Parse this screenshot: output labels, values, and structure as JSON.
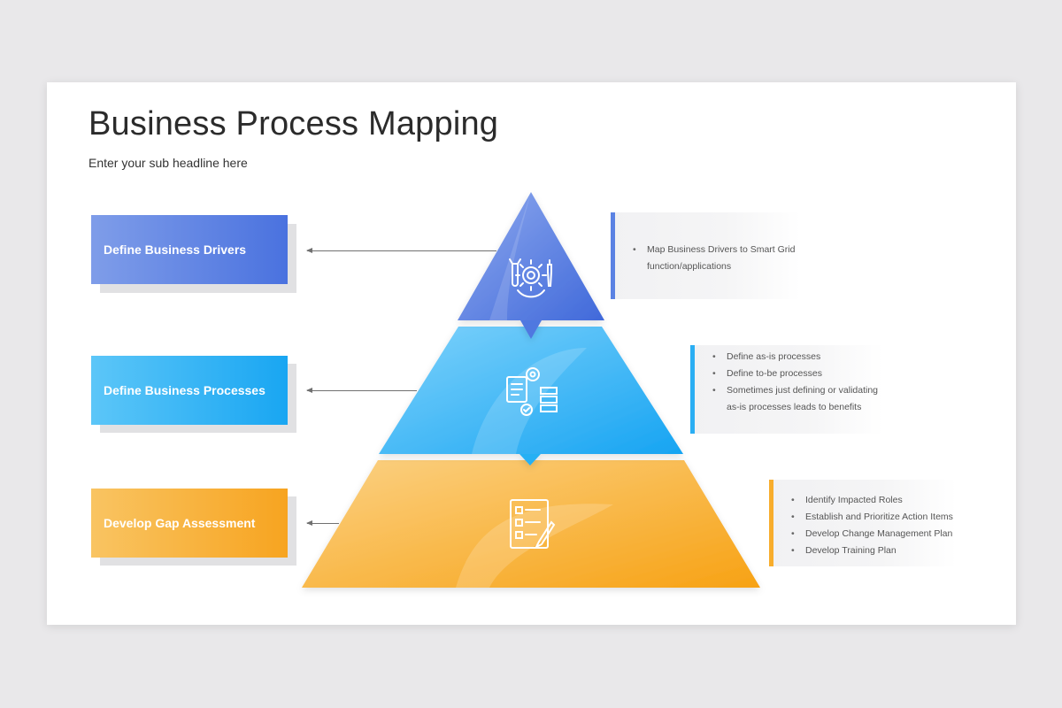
{
  "title": "Business Process Mapping",
  "subtitle": "Enter your sub headline here",
  "colors": {
    "level_1": "#4f79e3",
    "level_2": "#26b0f4",
    "level_3": "#f7a823"
  },
  "levels": [
    {
      "label": "Define Business Drivers",
      "icon": "tools-gear-icon",
      "bullets": [
        "Map Business Drivers to Smart Grid function/applications"
      ]
    },
    {
      "label": "Define Business Processes",
      "icon": "process-flow-icon",
      "bullets": [
        "Define as-is processes",
        "Define to-be processes",
        "Sometimes just defining or validating as-is processes leads to benefits"
      ]
    },
    {
      "label": "Develop Gap Assessment",
      "icon": "checklist-icon",
      "bullets": [
        "Identify Impacted Roles",
        "Establish and Prioritize Action Items",
        "Develop Change Management Plan",
        "Develop Training Plan"
      ]
    }
  ]
}
